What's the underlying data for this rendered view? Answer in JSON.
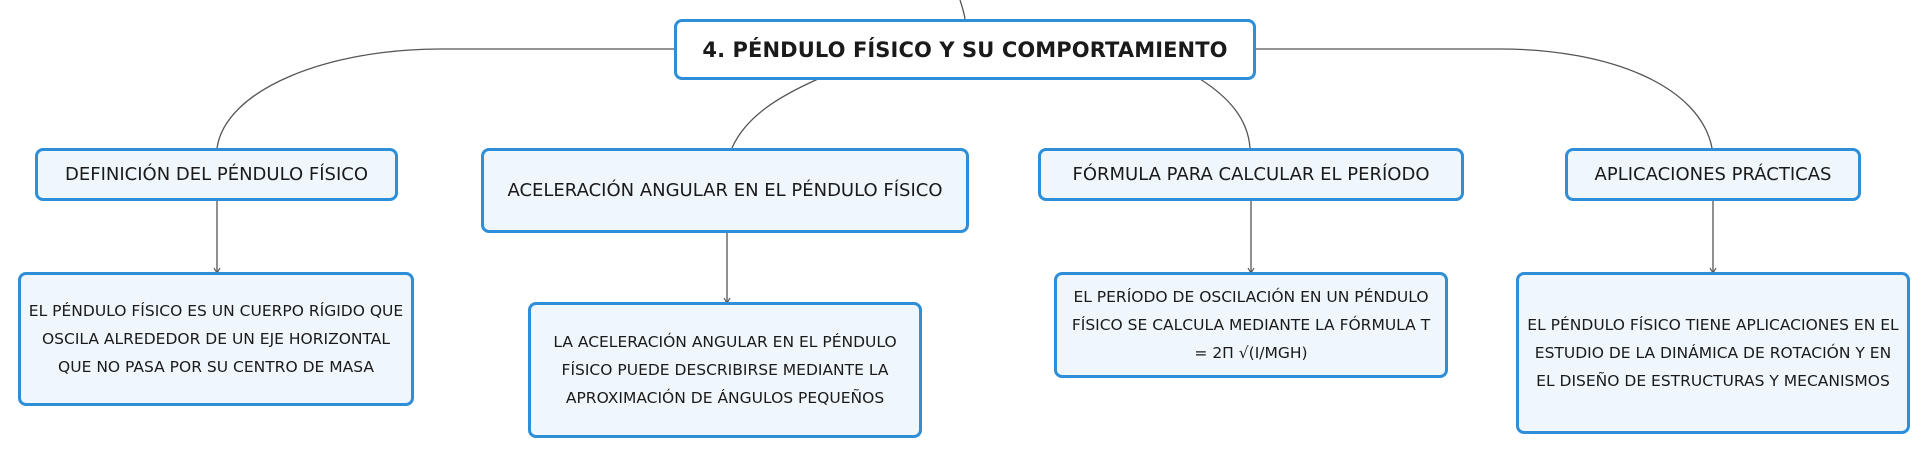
{
  "map": {
    "central": "4. PÉNDULO FÍSICO Y SU COMPORTAMIENTO",
    "branches": [
      {
        "title": "DEFINICIÓN DEL PÉNDULO FÍSICO",
        "detail": "EL PÉNDULO FÍSICO ES UN CUERPO RÍGIDO QUE OSCILA ALREDEDOR DE UN EJE HORIZONTAL QUE NO PASA POR SU CENTRO DE MASA"
      },
      {
        "title": "ACELERACIÓN ANGULAR EN EL PÉNDULO FÍSICO",
        "detail": "LA ACELERACIÓN ANGULAR EN EL PÉNDULO FÍSICO PUEDE DESCRIBIRSE MEDIANTE LA APROXIMACIÓN DE ÁNGULOS PEQUEÑOS"
      },
      {
        "title": "FÓRMULA PARA CALCULAR EL PERÍODO",
        "detail": "EL PERÍODO DE OSCILACIÓN EN UN PÉNDULO FÍSICO SE CALCULA MEDIANTE LA FÓRMULA T = 2Π √(I/MGH)"
      },
      {
        "title": "APLICACIONES PRÁCTICAS",
        "detail": "EL PÉNDULO FÍSICO TIENE APLICACIONES EN EL ESTUDIO DE LA DINÁMICA DE ROTACIÓN Y EN EL DISEÑO DE ESTRUCTURAS Y MECANISMOS"
      }
    ]
  },
  "colors": {
    "border": "#2e8fd8",
    "fill": "#eff7fd",
    "connector": "#555555"
  }
}
